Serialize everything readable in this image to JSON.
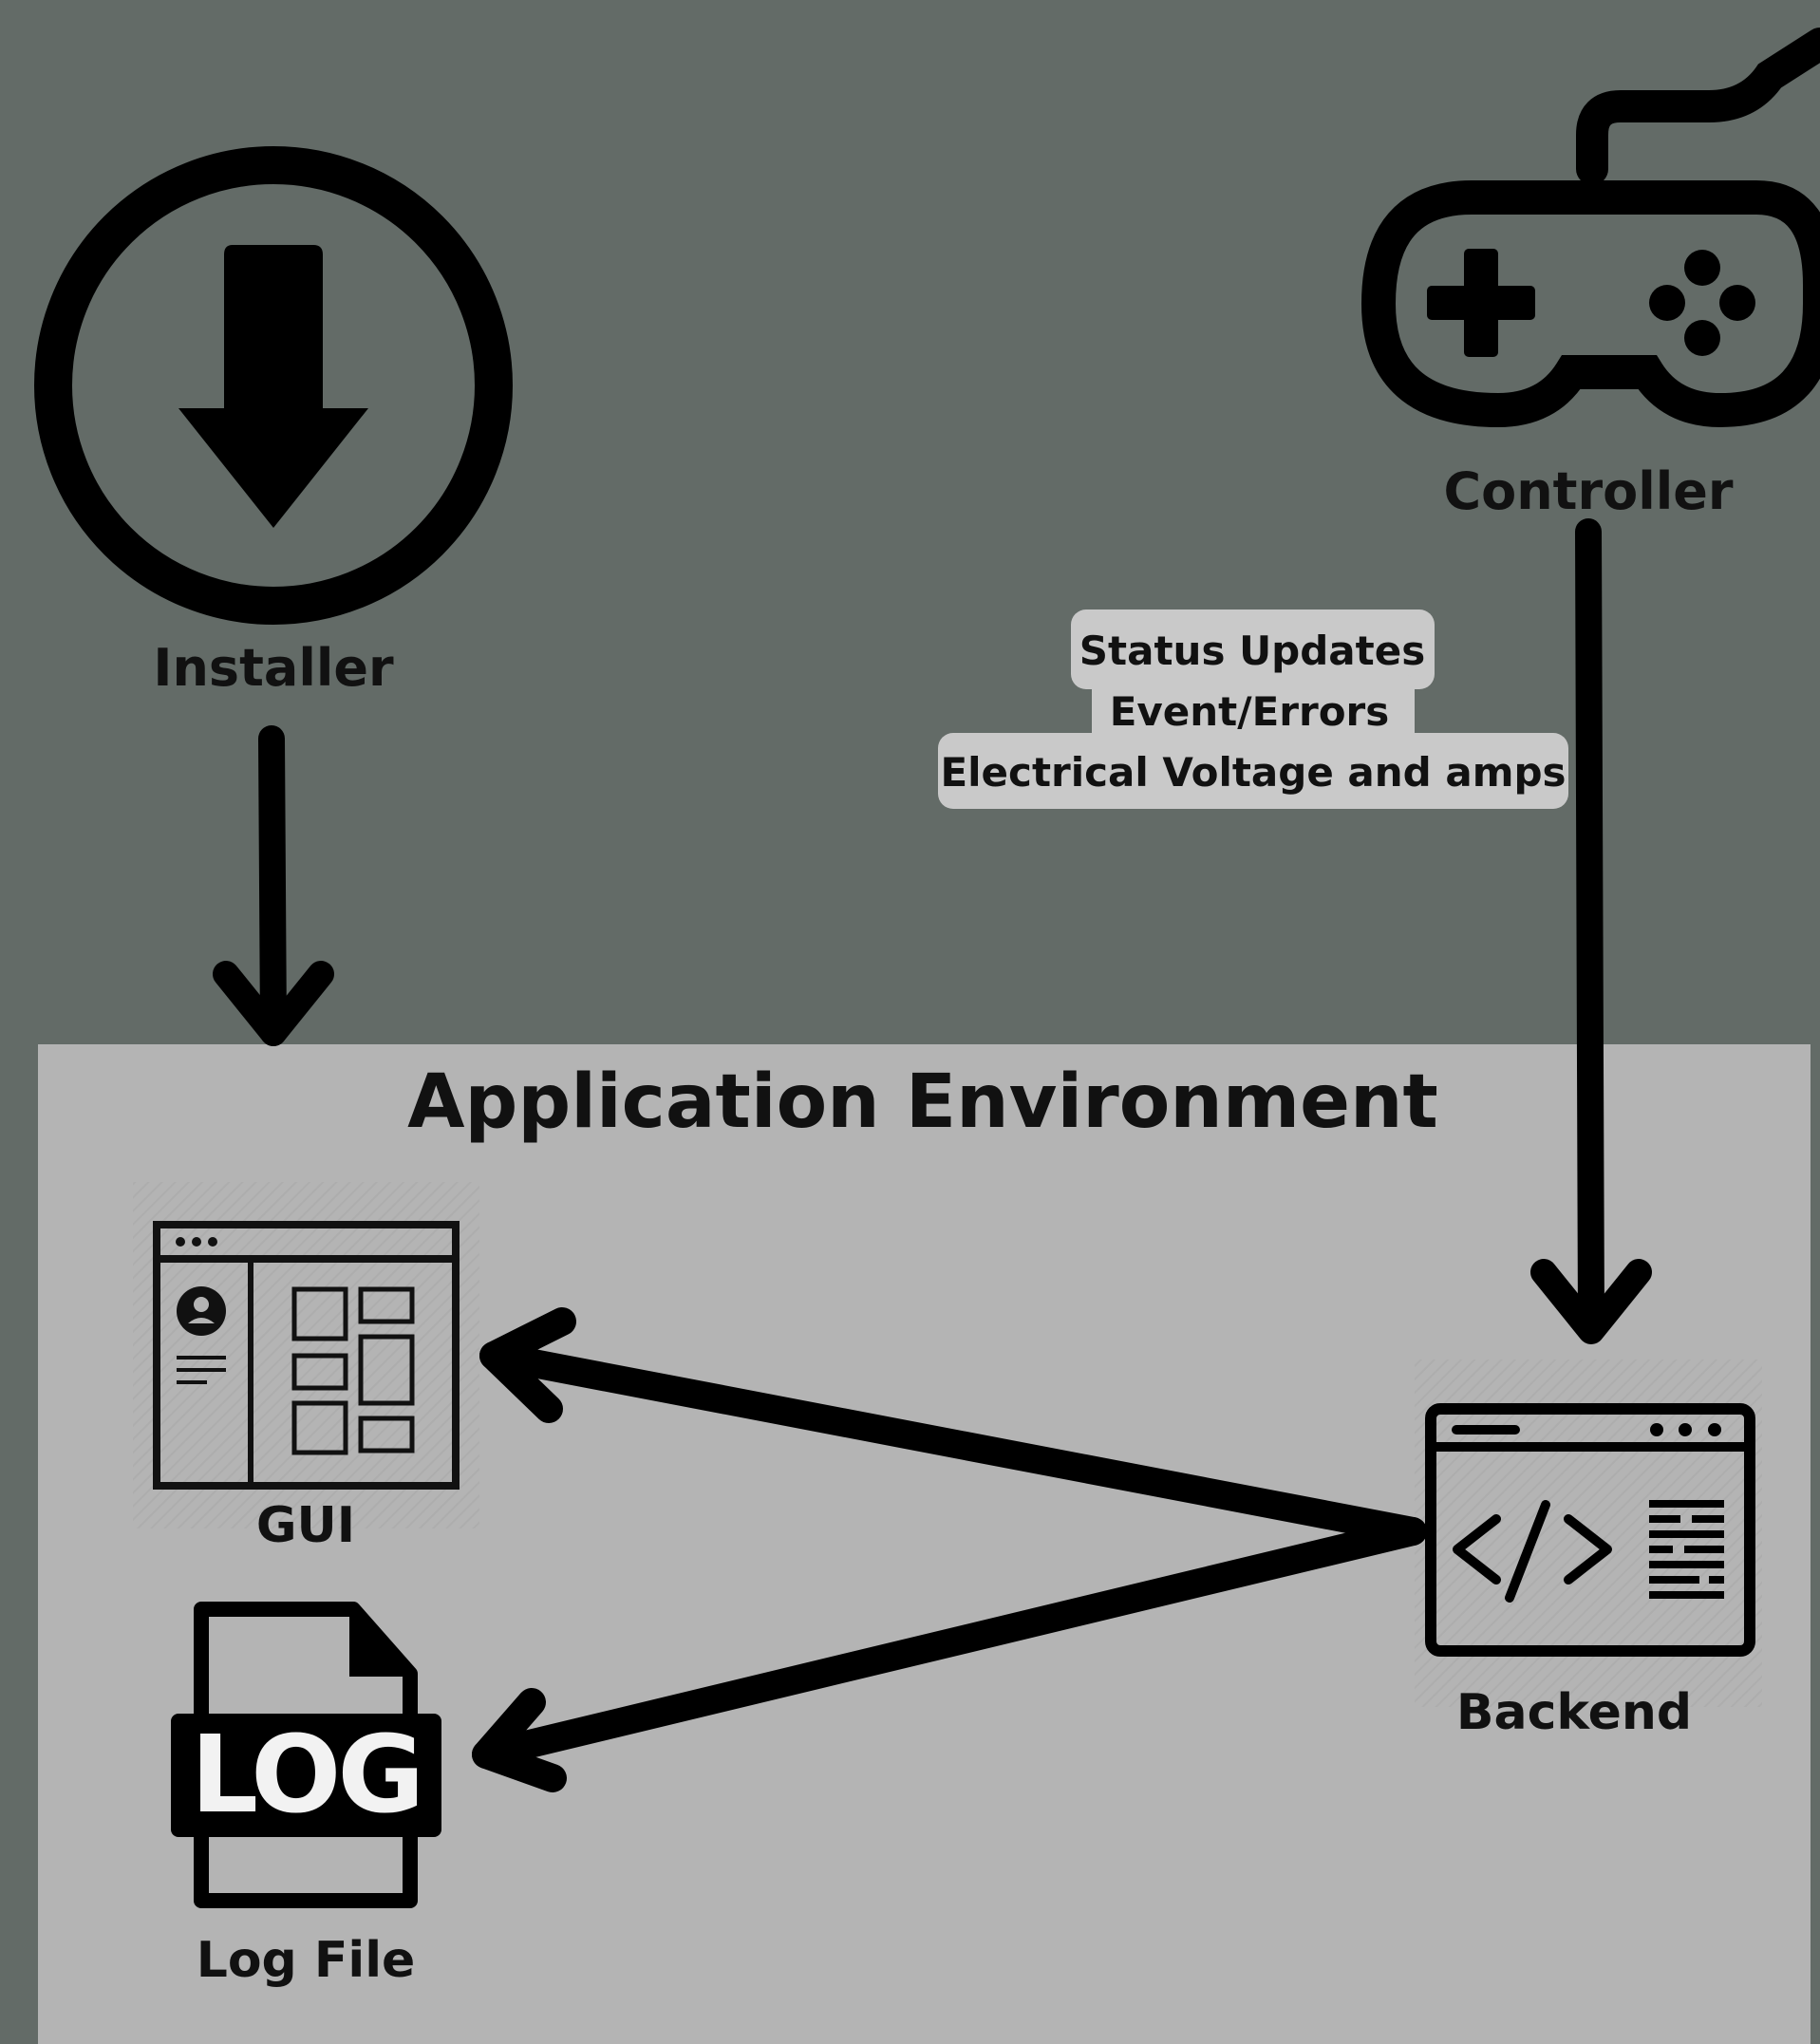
{
  "nodes": {
    "installer": {
      "label": "Installer",
      "icon": "download-circle-icon"
    },
    "controller": {
      "label": "Controller",
      "icon": "gamepad-icon"
    },
    "gui": {
      "label": "GUI",
      "icon": "app-window-icon"
    },
    "log_file": {
      "label": "Log File",
      "icon": "log-file-icon",
      "icon_text": "LOG"
    },
    "backend": {
      "label": "Backend",
      "icon": "code-window-icon"
    }
  },
  "container": {
    "title": "Application Environment"
  },
  "edge_labels": {
    "controller_to_backend": [
      "Status Updates",
      "Event/Errors",
      "Electrical Voltage and amps"
    ]
  },
  "colors": {
    "background": "#636b67",
    "container": "#b4b4b4",
    "stroke": "#000000",
    "label_bubble": "#c9c9c9"
  }
}
